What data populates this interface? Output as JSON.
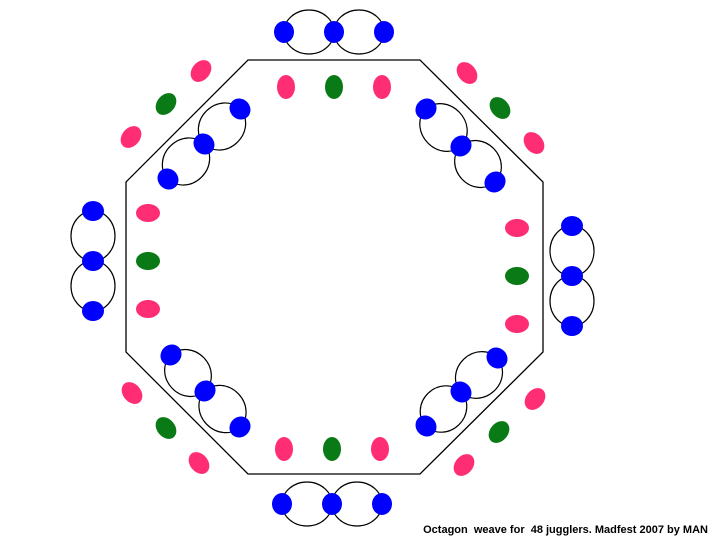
{
  "caption": "Octagon  weave for  48 jugglers. Madfest 2007 by MAN",
  "colors": {
    "background": "#ffffff",
    "juggler_pair_node": "#0000ff",
    "outer_pink": "#ff2e74",
    "outer_green": "#0a7a16",
    "line": "#000000"
  },
  "diagram": {
    "shape": "octagon",
    "juggler_count": 48,
    "edges": 8
  }
}
